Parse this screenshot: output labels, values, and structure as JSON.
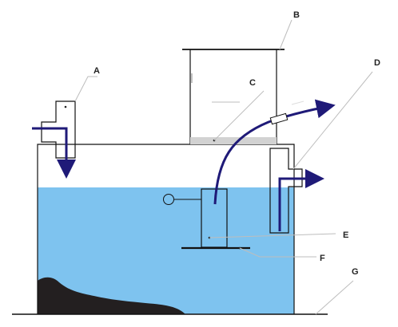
{
  "labels": {
    "A": "A",
    "B": "B",
    "C": "C",
    "D": "D",
    "E": "E",
    "F": "F",
    "G": "G"
  },
  "colors": {
    "water": "#7ec3ef",
    "sludge": "#231f20",
    "flow_arrow": "#1f1a78",
    "outline": "#111111",
    "leader_line": "#bdbdbd",
    "riser_floor": "#d2d2d2"
  }
}
